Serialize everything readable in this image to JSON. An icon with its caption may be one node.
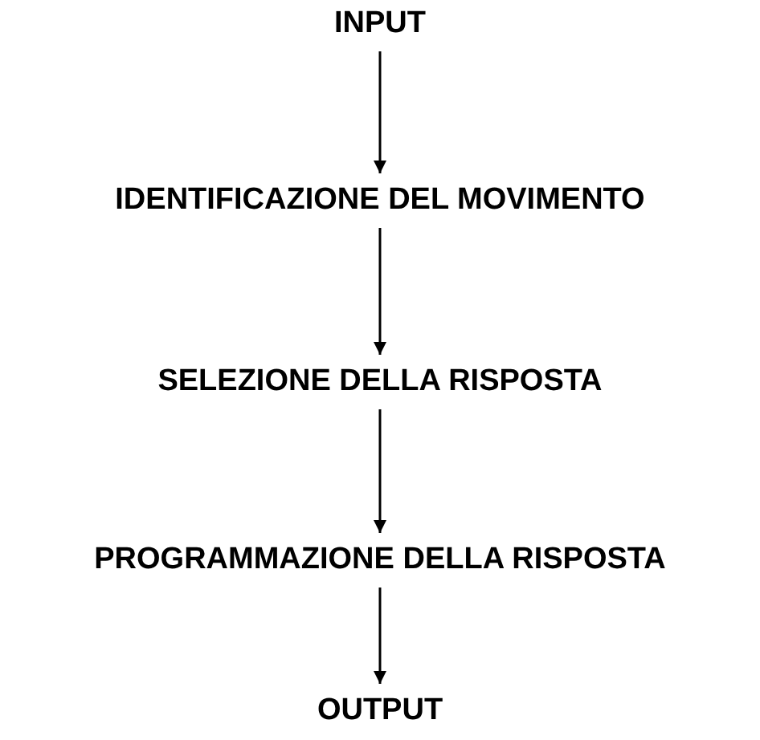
{
  "diagram": {
    "nodes": [
      {
        "text": [
          "INPUT"
        ]
      },
      {
        "text": [
          "IDENTIFICAZIONE DEL MOVIMENTO"
        ]
      },
      {
        "text": [
          "SELEZIONE DELLA RISPOSTA"
        ]
      },
      {
        "text": [
          "PROGRAMMAZIONE DELLA RISPOSTA"
        ]
      },
      {
        "text": [
          "OUTPUT"
        ]
      }
    ],
    "edges": [
      {
        "from": 0,
        "to": 1,
        "arrow": "to"
      },
      {
        "from": 1,
        "to": 2,
        "arrow": "to"
      },
      {
        "from": 2,
        "to": 3,
        "arrow": "to"
      },
      {
        "from": 3,
        "to": 4,
        "arrow": "to"
      }
    ]
  }
}
